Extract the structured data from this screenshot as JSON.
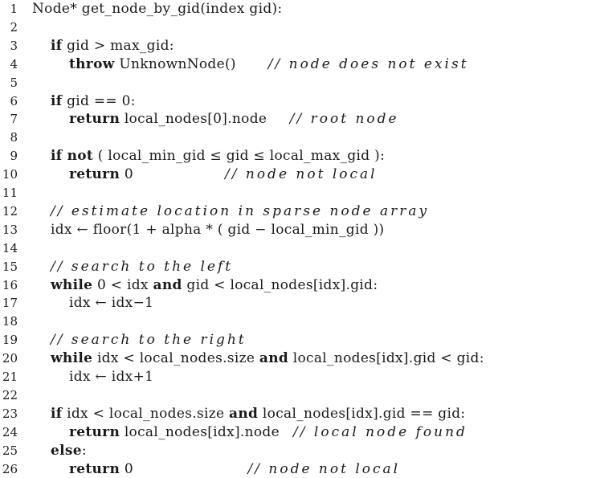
{
  "lines": [
    {
      "n": "1",
      "indent": 0,
      "segs": [
        {
          "t": "Node* get_node_by_gid(index gid):"
        }
      ]
    },
    {
      "n": "2",
      "indent": 0,
      "segs": []
    },
    {
      "n": "3",
      "indent": 1,
      "segs": [
        {
          "t": "if",
          "k": "kw"
        },
        {
          "t": " gid > max_gid:"
        }
      ]
    },
    {
      "n": "4",
      "indent": 2,
      "segs": [
        {
          "t": "throw",
          "k": "kw"
        },
        {
          "t": " UnknownNode()       "
        },
        {
          "t": "// node does not exist",
          "k": "cm"
        }
      ]
    },
    {
      "n": "5",
      "indent": 0,
      "segs": []
    },
    {
      "n": "6",
      "indent": 1,
      "segs": [
        {
          "t": "if",
          "k": "kw"
        },
        {
          "t": " gid == 0:"
        }
      ]
    },
    {
      "n": "7",
      "indent": 2,
      "segs": [
        {
          "t": "return",
          "k": "kw"
        },
        {
          "t": " local_nodes[0].node     "
        },
        {
          "t": "// root node",
          "k": "cm"
        }
      ]
    },
    {
      "n": "8",
      "indent": 0,
      "segs": []
    },
    {
      "n": "9",
      "indent": 1,
      "segs": [
        {
          "t": "if not",
          "k": "kw"
        },
        {
          "t": " ( local_min_gid ≤ gid ≤ local_max_gid ):"
        }
      ]
    },
    {
      "n": "10",
      "indent": 2,
      "segs": [
        {
          "t": "return",
          "k": "kw"
        },
        {
          "t": " 0                    "
        },
        {
          "t": "// node not local",
          "k": "cm"
        }
      ]
    },
    {
      "n": "11",
      "indent": 0,
      "segs": []
    },
    {
      "n": "12",
      "indent": 1,
      "segs": [
        {
          "t": "// estimate location in sparse node array",
          "k": "cm"
        }
      ]
    },
    {
      "n": "13",
      "indent": 1,
      "segs": [
        {
          "t": "idx ← floor(1 + alpha * ( gid − local_min_gid ))"
        }
      ]
    },
    {
      "n": "14",
      "indent": 0,
      "segs": []
    },
    {
      "n": "15",
      "indent": 1,
      "segs": [
        {
          "t": "// search to the left",
          "k": "cm"
        }
      ]
    },
    {
      "n": "16",
      "indent": 1,
      "segs": [
        {
          "t": "while",
          "k": "kw"
        },
        {
          "t": " 0 < idx "
        },
        {
          "t": "and",
          "k": "kw"
        },
        {
          "t": " gid < local_nodes[idx].gid:"
        }
      ]
    },
    {
      "n": "17",
      "indent": 2,
      "segs": [
        {
          "t": "idx ← idx−1"
        }
      ]
    },
    {
      "n": "18",
      "indent": 0,
      "segs": []
    },
    {
      "n": "19",
      "indent": 1,
      "segs": [
        {
          "t": "// search to the right",
          "k": "cm"
        }
      ]
    },
    {
      "n": "20",
      "indent": 1,
      "segs": [
        {
          "t": "while",
          "k": "kw"
        },
        {
          "t": " idx < local_nodes.size "
        },
        {
          "t": "and",
          "k": "kw"
        },
        {
          "t": " local_nodes[idx].gid < gid:"
        }
      ]
    },
    {
      "n": "21",
      "indent": 2,
      "segs": [
        {
          "t": "idx ← idx+1"
        }
      ]
    },
    {
      "n": "22",
      "indent": 0,
      "segs": []
    },
    {
      "n": "23",
      "indent": 1,
      "segs": [
        {
          "t": "if",
          "k": "kw"
        },
        {
          "t": " idx < local_nodes.size "
        },
        {
          "t": "and",
          "k": "kw"
        },
        {
          "t": " local_nodes[idx].gid == gid:"
        }
      ]
    },
    {
      "n": "24",
      "indent": 2,
      "segs": [
        {
          "t": "return",
          "k": "kw"
        },
        {
          "t": " local_nodes[idx].node   "
        },
        {
          "t": "// local node found",
          "k": "cm"
        }
      ]
    },
    {
      "n": "25",
      "indent": 1,
      "segs": [
        {
          "t": "else",
          "k": "kw"
        },
        {
          "t": ":"
        }
      ]
    },
    {
      "n": "26",
      "indent": 2,
      "segs": [
        {
          "t": "return",
          "k": "kw"
        },
        {
          "t": " 0                         "
        },
        {
          "t": "// node not local",
          "k": "cm"
        }
      ]
    }
  ]
}
